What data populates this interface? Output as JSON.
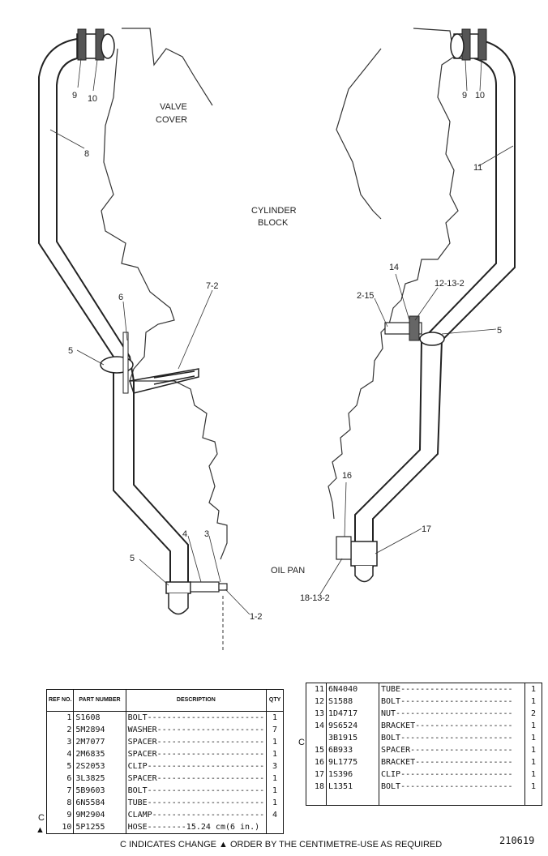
{
  "diagram": {
    "labels": {
      "valve_cover": [
        "VALVE",
        "COVER"
      ],
      "cylinder_block": [
        "CYLINDER",
        "BLOCK"
      ],
      "oil_pan": "OIL PAN"
    },
    "callouts": {
      "l9": "9",
      "l10": "10",
      "l8": "8",
      "l6": "6",
      "l7_2": "7-2",
      "l5a": "5",
      "l5b": "5",
      "l4": "4",
      "l3": "3",
      "l1_2": "1-2",
      "r9": "9",
      "r10": "10",
      "r11": "11",
      "r14": "14",
      "r2_15": "2-15",
      "r12_13_2": "12-13-2",
      "r5": "5",
      "r16": "16",
      "r17": "17",
      "r18_13_2": "18-13-2"
    }
  },
  "table_left": {
    "headers": {
      "ref": "REF NO.",
      "part": "PART NUMBER",
      "desc": "DESCRIPTION",
      "qty": "QTY"
    },
    "rows": [
      {
        "ref": "1",
        "part": "S1608",
        "desc": "BOLT------------------------",
        "qty": "1"
      },
      {
        "ref": "2",
        "part": "5M2894",
        "desc": "WASHER----------------------",
        "qty": "7"
      },
      {
        "ref": "3",
        "part": "2M7077",
        "desc": "SPACER----------------------",
        "qty": "1"
      },
      {
        "ref": "4",
        "part": "2M6835",
        "desc": "SPACER----------------------",
        "qty": "1"
      },
      {
        "ref": "5",
        "part": "2S2053",
        "desc": "CLIP------------------------",
        "qty": "3"
      },
      {
        "ref": "6",
        "part": "3L3825",
        "desc": "SPACER----------------------",
        "qty": "1"
      },
      {
        "ref": "7",
        "part": "5B9603",
        "desc": "BOLT------------------------",
        "qty": "1"
      },
      {
        "ref": "8",
        "part": "6N5584",
        "desc": "TUBE------------------------",
        "qty": "1"
      },
      {
        "ref": "9",
        "part": "9M2904",
        "desc": "CLAMP-----------------------",
        "qty": "4"
      },
      {
        "ref": "10",
        "part": "5P1255",
        "desc": "HOSE--------15.24 cm(6 in.)",
        "qty": ""
      }
    ],
    "marks": {
      "row9": "C",
      "row10": "▲"
    }
  },
  "table_right": {
    "rows": [
      {
        "ref": "11",
        "part": "6N4040",
        "desc": "TUBE-----------------------",
        "qty": "1"
      },
      {
        "ref": "12",
        "part": "S1588",
        "desc": "BOLT-----------------------",
        "qty": "1"
      },
      {
        "ref": "13",
        "part": "1D4717",
        "desc": "NUT------------------------",
        "qty": "2"
      },
      {
        "ref": "14",
        "part": "9S6524",
        "desc": "BRACKET--------------------",
        "qty": "1"
      },
      {
        "ref": "",
        "part": "3B1915",
        "desc": "BOLT-----------------------",
        "qty": "1"
      },
      {
        "ref": "15",
        "part": "6B933",
        "desc": "SPACER---------------------",
        "qty": "1"
      },
      {
        "ref": "16",
        "part": "9L1775",
        "desc": "BRACKET--------------------",
        "qty": "1"
      },
      {
        "ref": "17",
        "part": "1S396",
        "desc": "CLIP-----------------------",
        "qty": "1"
      },
      {
        "ref": "18",
        "part": "L1351",
        "desc": "BOLT-----------------------",
        "qty": "1"
      }
    ],
    "marks": {
      "row15": "C"
    }
  },
  "footer": {
    "note": "C INDICATES CHANGE  ▲ ORDER BY THE CENTIMETRE-USE AS REQUIRED",
    "doc_number": "210619"
  }
}
